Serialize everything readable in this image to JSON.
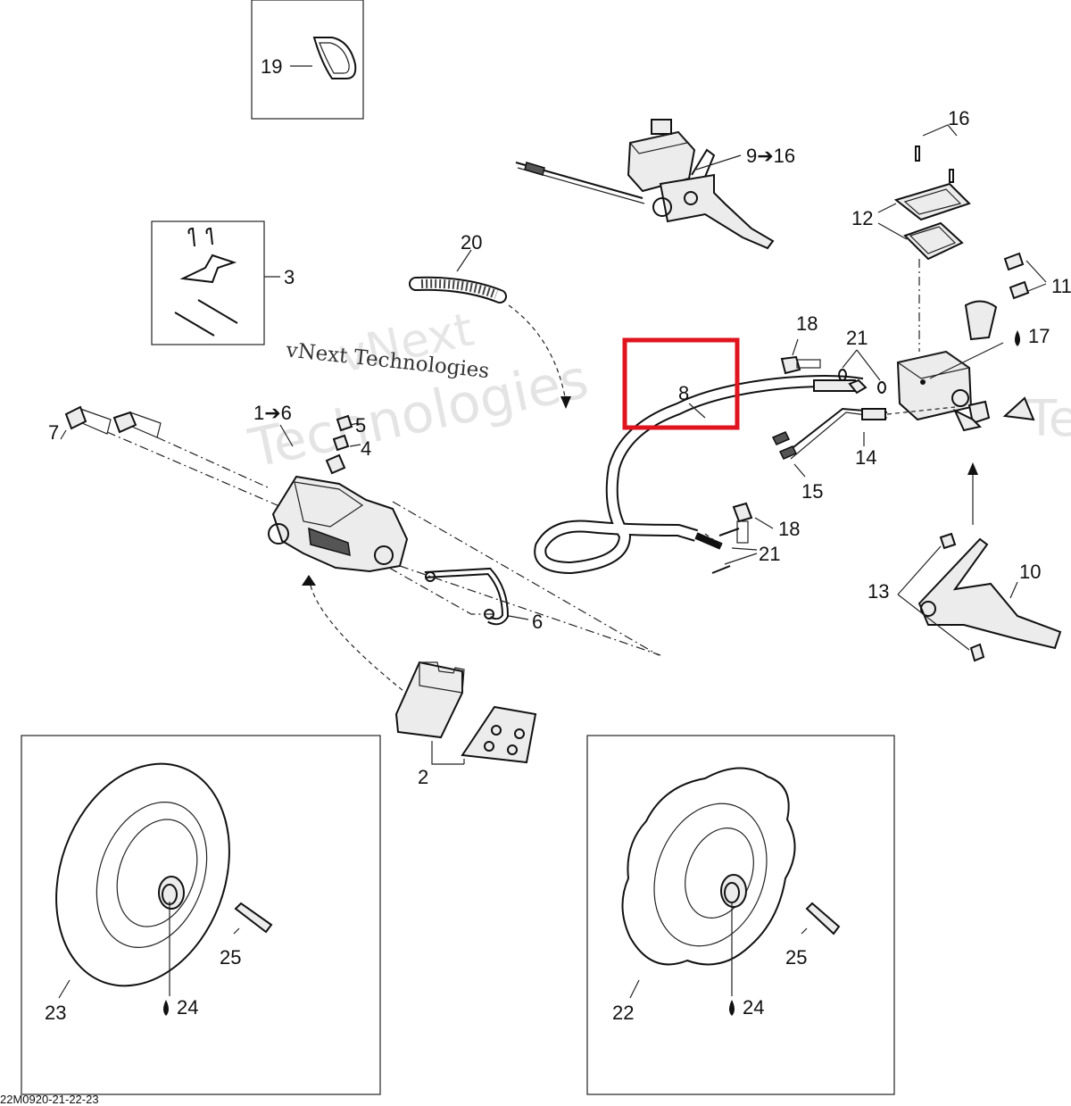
{
  "watermark": {
    "line1": "vNext Technologies",
    "big_a": "vNext",
    "big_b": "Technologies",
    "right": "Te"
  },
  "drawing_code": "22M0920-21-22-23",
  "labels": {
    "l19": "19",
    "l9_16": "9➔16",
    "l16": "16",
    "l12": "12",
    "l11": "11",
    "l17": "17",
    "l20": "20",
    "l3": "3",
    "l18a": "18",
    "l21a": "21",
    "l8": "8",
    "l7": "7",
    "l1_6": "1➔6",
    "l5": "5",
    "l4": "4",
    "l14": "14",
    "l15": "15",
    "l18b": "18",
    "l21b": "21",
    "l10": "10",
    "l13": "13",
    "l6": "6",
    "l2": "2",
    "l25a": "25",
    "l23": "23",
    "l24a": "24",
    "l25b": "25",
    "l22": "22",
    "l24b": "24"
  },
  "colors": {
    "highlight": "#e0141e",
    "ink": "#111111",
    "watermark": "#cfcfcf"
  },
  "icons": {
    "oil-drop": "drop-icon",
    "arrow": "right-arrow-icon"
  }
}
